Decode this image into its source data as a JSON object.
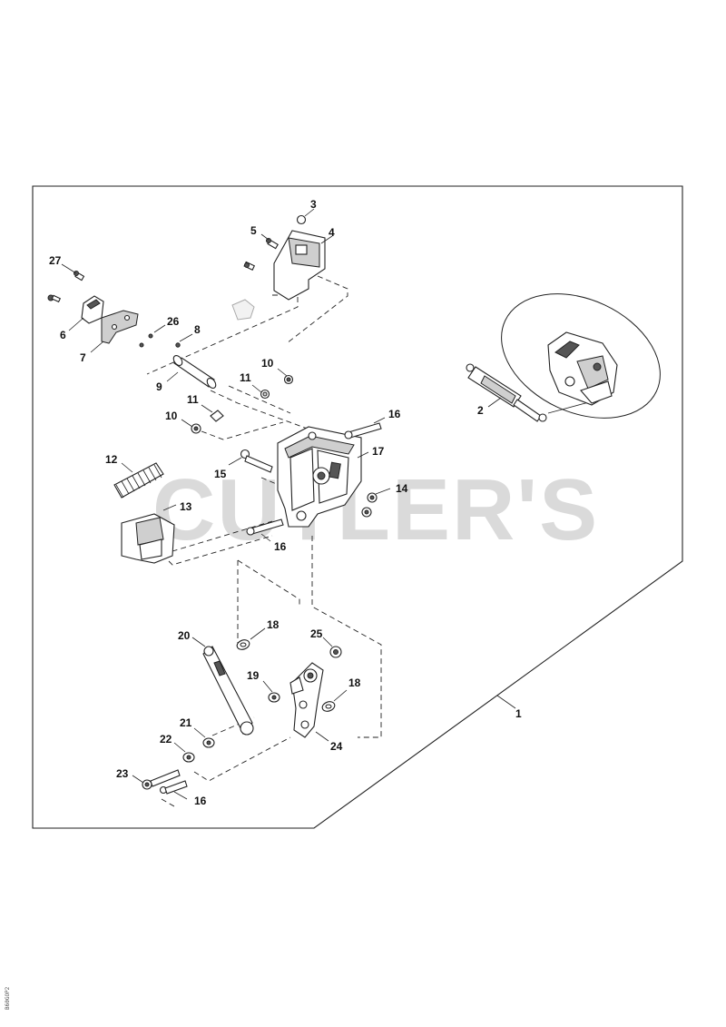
{
  "watermark": "CUTLER'S",
  "diagram_code": "B60GOP2",
  "callouts": [
    "1",
    "2",
    "3",
    "4",
    "5",
    "6",
    "7",
    "8",
    "9",
    "10",
    "10",
    "11",
    "11",
    "12",
    "13",
    "14",
    "15",
    "16",
    "16",
    "16",
    "17",
    "18",
    "18",
    "19",
    "20",
    "21",
    "22",
    "23",
    "24",
    "25",
    "26",
    "27"
  ],
  "colors": {
    "line": "#222222",
    "watermark": "#bdbdbd",
    "background": "#ffffff"
  }
}
